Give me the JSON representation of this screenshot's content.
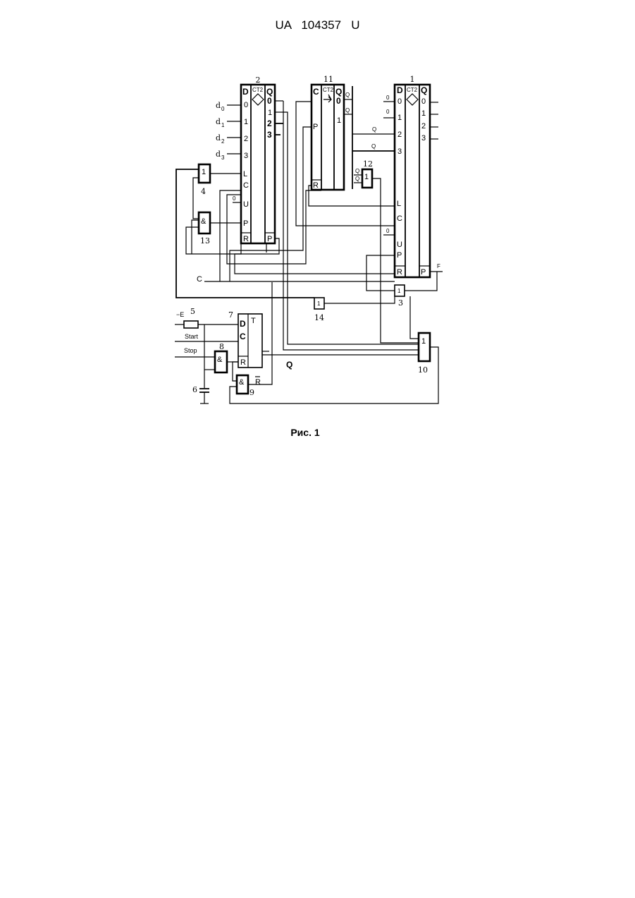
{
  "header": {
    "patent_number": "UA   104357   U"
  },
  "caption": "Рис. 1",
  "counter2": {
    "ref": "2",
    "type": "CT2",
    "data_label": "D",
    "out_label": "Q",
    "in_bits": [
      "0",
      "1",
      "2",
      "3"
    ],
    "out_bits": [
      "0",
      "1",
      "2",
      "3"
    ],
    "ctrl": {
      "l": "L",
      "c": "C",
      "u": "U",
      "p0": "P",
      "r": "R",
      "pd": "P"
    },
    "zero_in": "0",
    "inputs": [
      "d",
      "d",
      "d",
      "d"
    ],
    "input_subs": [
      "0",
      "1",
      "2",
      "3"
    ]
  },
  "counter11": {
    "ref": "11",
    "type": "CT2",
    "c": "C",
    "p": "P",
    "r": "R",
    "out_label": "Q",
    "bits": [
      "0",
      "1"
    ],
    "q0": "Q",
    "q1": "Q"
  },
  "counter1": {
    "ref": "1",
    "type": "CT2",
    "data_label": "D",
    "out_label": "Q",
    "in_bits": [
      "0",
      "1",
      "2",
      "3"
    ],
    "out_bits": [
      "0",
      "1",
      "2",
      "3"
    ],
    "ctrl": {
      "l": "L",
      "c": "C",
      "u": "U",
      "p0": "P",
      "r": "R",
      "pd": "P"
    },
    "zeros": [
      "0",
      "0",
      "0"
    ],
    "sig_q1": "Q",
    "sig_q0": "Q"
  },
  "gates": {
    "g4": {
      "ref": "4",
      "symbol": "1"
    },
    "g13": {
      "ref": "13",
      "symbol": "&"
    },
    "g12": {
      "ref": "12",
      "symbol": "1",
      "in0": "Q",
      "in1": "Q"
    },
    "g3": {
      "ref": "3",
      "symbol": "1"
    },
    "g14": {
      "ref": "14",
      "symbol": "1"
    },
    "g10": {
      "ref": "10",
      "symbol": "1"
    },
    "g8": {
      "ref": "8",
      "symbol": "&"
    },
    "g9": {
      "ref": "9",
      "symbol": "&"
    }
  },
  "trigger7": {
    "ref": "7",
    "type": "T",
    "d": "D",
    "c": "C",
    "r": "R"
  },
  "inputs": {
    "power": "−E",
    "resistor_ref": "5",
    "cap_ref": "6",
    "start": "Start",
    "stop": "Stop",
    "clock": "C",
    "out_q": "Q",
    "out_rbar": "R",
    "out_f": "F"
  }
}
